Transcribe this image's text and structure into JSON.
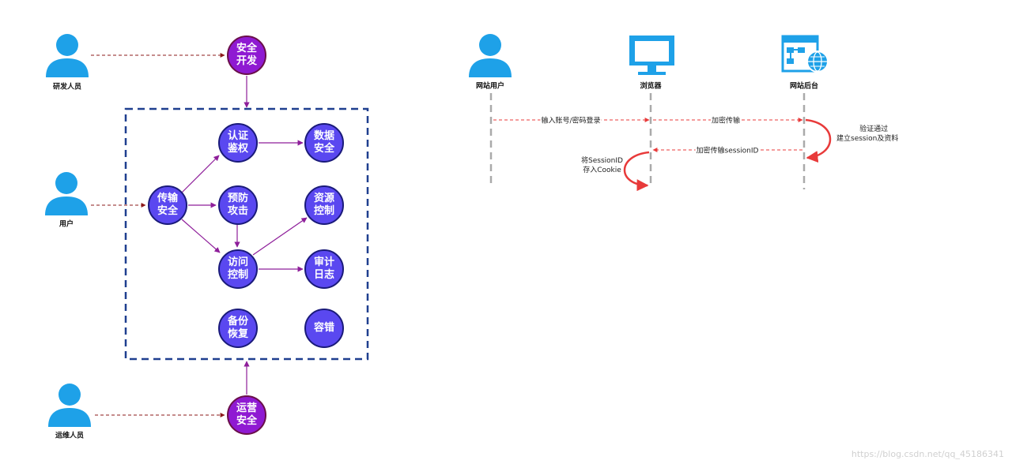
{
  "colors": {
    "node_fill": "#5a48f0",
    "node_border": "#1a1a7a",
    "security_node_fill": "#8f1ad2",
    "actor_icon": "#1ea1e8",
    "dashed_box": "#1f3f8f",
    "flow_arrow": "#8e1e9a",
    "dashed_arrow": "#8b1a1a",
    "message_arrow": "#e83a3a",
    "lifeline": "#aaaaaa"
  },
  "left_diagram": {
    "actors": {
      "developer": "研发人员",
      "user": "用户",
      "ops": "运维人员"
    },
    "outer_nodes": {
      "secure_dev": [
        "安全",
        "开发"
      ],
      "ops_security": [
        "运营",
        "安全"
      ]
    },
    "nodes": {
      "auth": [
        "认证",
        "鉴权"
      ],
      "data_security": [
        "数据",
        "安全"
      ],
      "transport_security": [
        "传输",
        "安全"
      ],
      "attack_prevention": [
        "预防",
        "攻击"
      ],
      "resource_control": [
        "资源",
        "控制"
      ],
      "access_control": [
        "访问",
        "控制"
      ],
      "audit_log": [
        "审计",
        "日志"
      ],
      "backup_restore": [
        "备份",
        "恢复"
      ],
      "fault_tolerance": [
        "容错"
      ]
    }
  },
  "right_diagram": {
    "participants": {
      "site_user": "网站用户",
      "browser": "浏览器",
      "backend": "网站后台"
    },
    "icons": {
      "site_user": "person-icon",
      "browser": "monitor-icon",
      "backend": "web-server-icon"
    },
    "messages": {
      "login": "输入账号/密码登录",
      "encrypted_transfer": "加密传输",
      "encrypted_sessionid": "加密传输sessionID"
    },
    "notes": {
      "verify_line1": "验证通过",
      "verify_line2": "建立session及资料",
      "cookie_line1": "将SessionID",
      "cookie_line2": "存入Cookie"
    }
  },
  "watermark": "https://blog.csdn.net/qq_45186341"
}
